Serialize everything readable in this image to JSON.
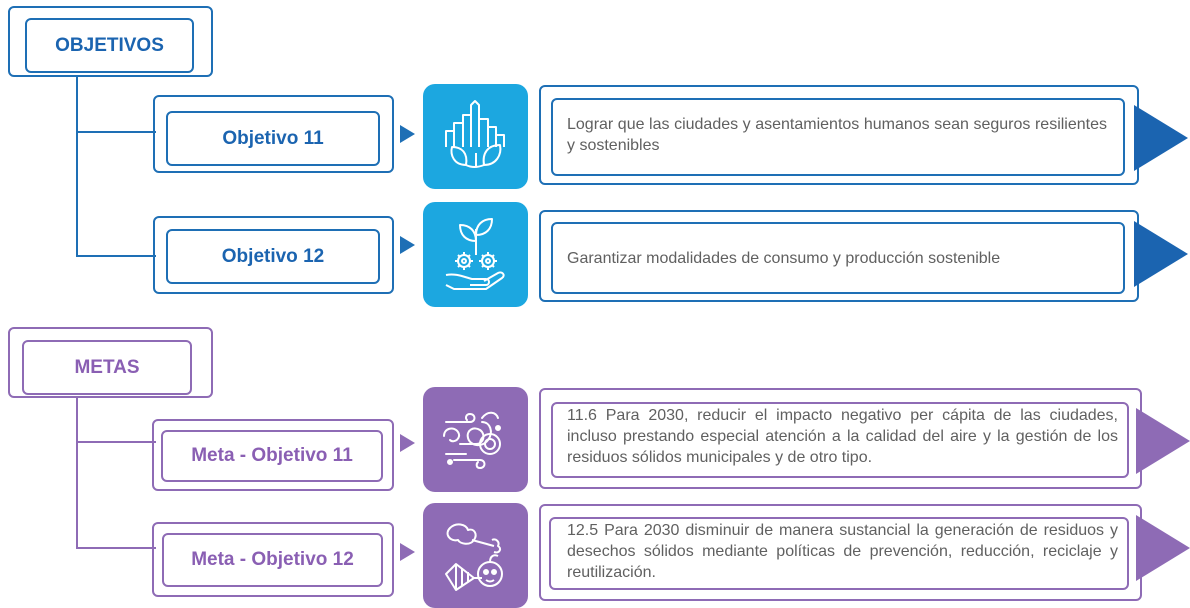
{
  "objetivos": {
    "title": "OBJETIVOS",
    "items": [
      {
        "label": "Objetivo 11",
        "icon": "sustainable-city-icon",
        "text": "Lograr que las ciudades y asentamientos humanos sean seguros resilientes y sostenibles"
      },
      {
        "label": "Objetivo 12",
        "icon": "sustainable-production-icon",
        "text": "Garantizar modalidades de consumo y producción sostenible"
      }
    ]
  },
  "metas": {
    "title": "METAS",
    "items": [
      {
        "label": "Meta - Objetivo 11",
        "icon": "air-quality-wind-icon",
        "text": "11.6 Para 2030, reducir el impacto negativo per cápita de las ciudades, incluso prestando especial atención a la calidad del aire y la gestión de los residuos sólidos municipales y de otro tipo."
      },
      {
        "label": "Meta - Objetivo 12",
        "icon": "organic-waste-icon",
        "text": "12.5 Para 2030 disminuir de manera sustancial la generación de residuos y desechos sólidos mediante políticas de prevención, reducción, reciclaje y reutilización."
      }
    ]
  },
  "colors": {
    "blue": "#1b64b0",
    "light_blue": "#1ca7e0",
    "purple": "#8e6bb5"
  }
}
